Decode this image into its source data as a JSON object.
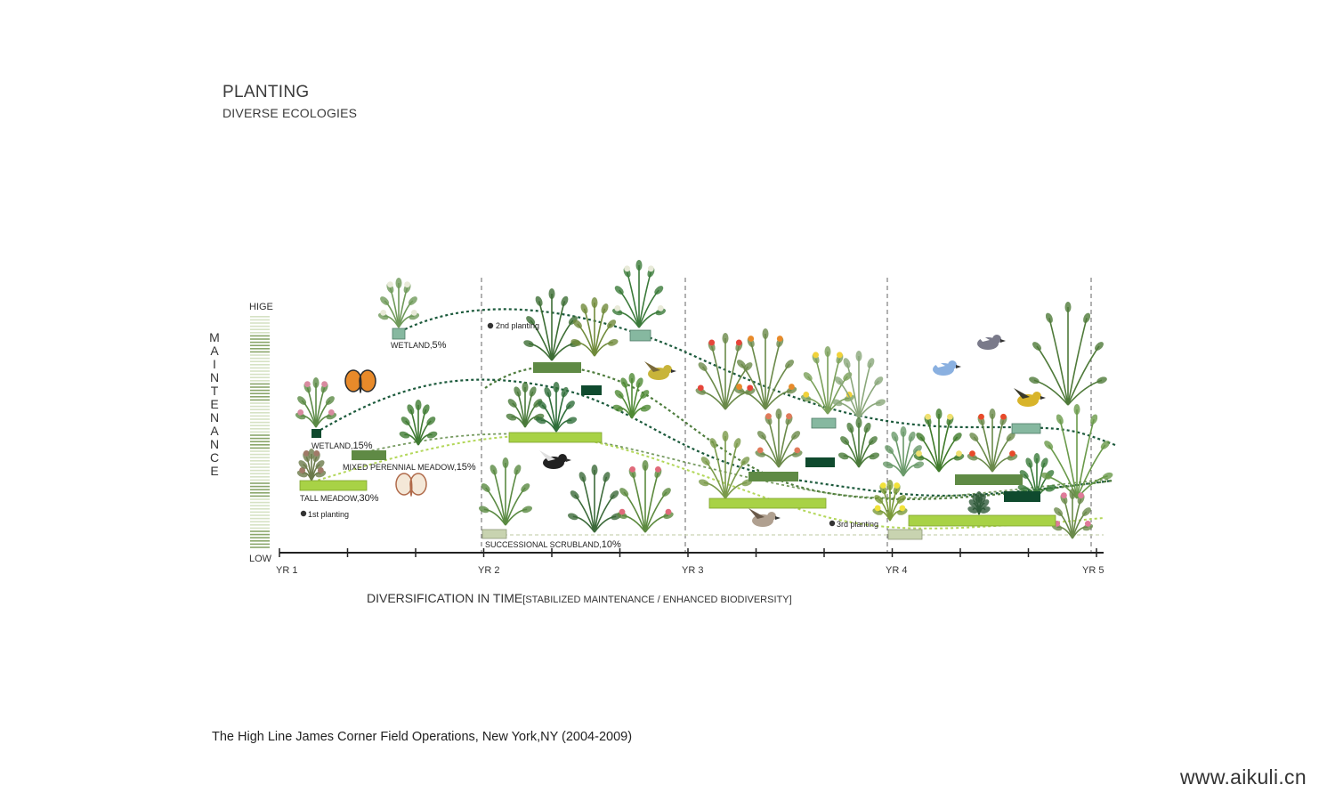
{
  "header": {
    "title": "PLANTING",
    "subtitle": "DIVERSE ECOLOGIES"
  },
  "y_axis": {
    "title": "MAINTENANCE",
    "high_label": "HIGE",
    "low_label": "LOW"
  },
  "x_axis": {
    "title": "DIVERSIFICATION IN TIME",
    "title_note": "[STABILIZED MAINTENANCE / ENHANCED BIODIVERSITY]",
    "ticks": [
      "YR 1",
      "YR 2",
      "YR 3",
      "YR 4",
      "YR 5"
    ]
  },
  "plantings": [
    {
      "label": "1st planting"
    },
    {
      "label": "2nd planting"
    },
    {
      "label": "3rd planting"
    }
  ],
  "ecologies": [
    {
      "name": "WETLAND,",
      "percent": "5%"
    },
    {
      "name": "WETLAND,",
      "percent": "15%"
    },
    {
      "name": "MIXED PERENNIAL MEADOW,",
      "percent": "15%"
    },
    {
      "name": "TALL MEADOW,",
      "percent": "30%"
    },
    {
      "name": "SUCCESSIONAL SCRUBLAND,",
      "percent": "10%"
    }
  ],
  "colors": {
    "wetland_light": "#86b8a0",
    "wetland_dark": "#0f4a2e",
    "meadow_mid": "#5f8a45",
    "meadow_light": "#a8d246",
    "scrubland": "#c8d3b0",
    "curve_dark": "#1c5a3c",
    "curve_light": "#b3d75a"
  },
  "footer": {
    "caption": "The High Line James Corner Field Operations, New York,NY (2004-2009)"
  },
  "watermark": {
    "text": "www.aikuli.cn"
  }
}
